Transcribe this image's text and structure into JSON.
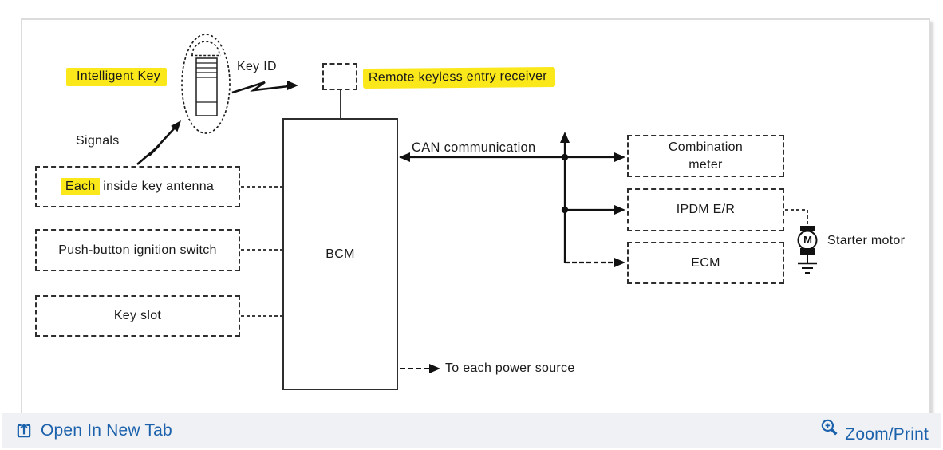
{
  "colors": {
    "accent": "#1b61ac",
    "highlight": "#fbe81a"
  },
  "diagram": {
    "labels": {
      "intelligent_key": "Intelligent Key",
      "key_id": "Key ID",
      "signals": "Signals",
      "remote_receiver": "Remote keyless entry receiver",
      "can_communication": "CAN communication",
      "to_each_power_source": "To each power source",
      "starter_motor": "Starter motor",
      "motor_symbol": "M"
    },
    "boxes": {
      "each_antenna": {
        "highlight": "Each",
        "rest": " inside key antenna"
      },
      "push_button": "Push-button ignition switch",
      "key_slot": "Key slot",
      "bcm": "BCM",
      "combination_meter": "Combination\nmeter",
      "ipdm": "IPDM E/R",
      "ecm": "ECM"
    }
  },
  "footer": {
    "open_in_new_tab": "Open In New Tab",
    "zoom_print": "Zoom/Print"
  }
}
